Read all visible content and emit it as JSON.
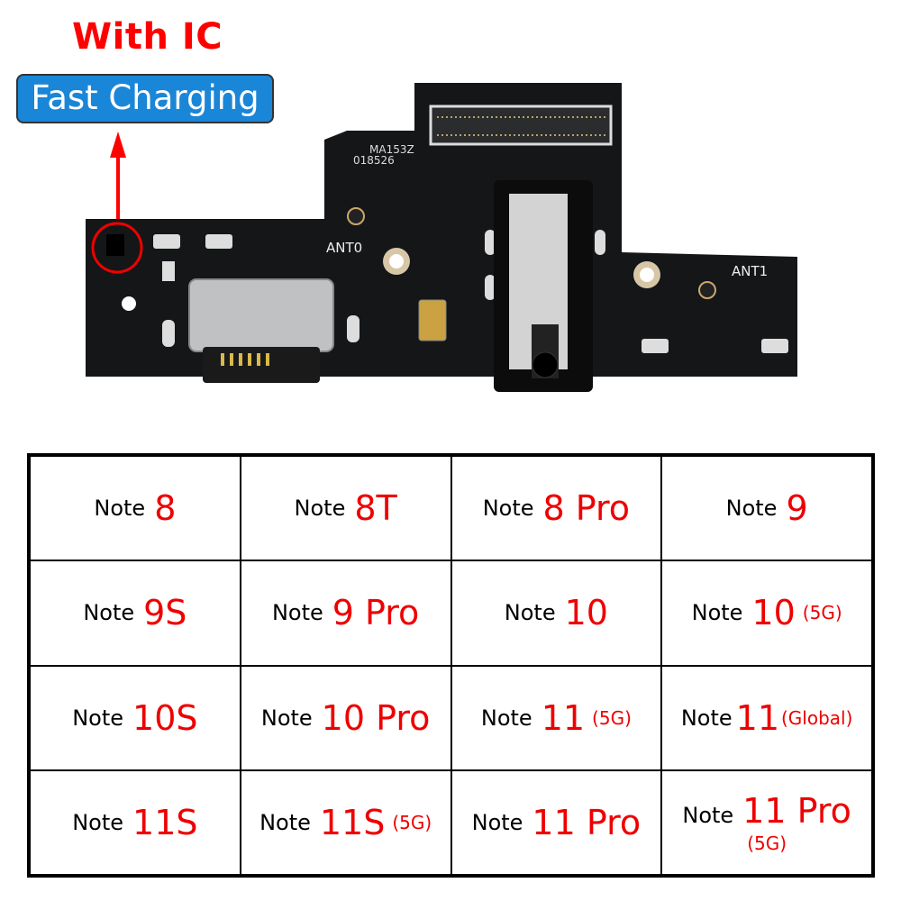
{
  "header": {
    "with_ic": "With IC",
    "badge": "Fast Charging"
  },
  "pcb": {
    "silk_1": "MA153Z",
    "silk_2": "018526",
    "ant0": "ANT0",
    "ant1": "ANT1"
  },
  "colors": {
    "accent_red": "#ff0000",
    "badge_blue": "#1a86d8",
    "pcb_black": "#141618"
  },
  "models": [
    {
      "note": "Note",
      "model": "8"
    },
    {
      "note": "Note",
      "model": "8T"
    },
    {
      "note": "Note",
      "model": "8 Pro"
    },
    {
      "note": "Note",
      "model": "9"
    },
    {
      "note": "Note",
      "model": "9S"
    },
    {
      "note": "Note",
      "model": "9 Pro"
    },
    {
      "note": "Note",
      "model": "10"
    },
    {
      "note": "Note",
      "model": "10",
      "suffix": "(5G)"
    },
    {
      "note": "Note",
      "model": "10S"
    },
    {
      "note": "Note",
      "model": "10 Pro"
    },
    {
      "note": "Note",
      "model": "11",
      "suffix": "(5G)"
    },
    {
      "note": "Note",
      "model": "11",
      "suffix": "(Global)"
    },
    {
      "note": "Note",
      "model": "11S"
    },
    {
      "note": "Note",
      "model": "11S",
      "suffix": "(5G)"
    },
    {
      "note": "Note",
      "model": "11 Pro"
    },
    {
      "note": "Note",
      "model": "11 Pro",
      "suffix": "(5G)"
    }
  ]
}
